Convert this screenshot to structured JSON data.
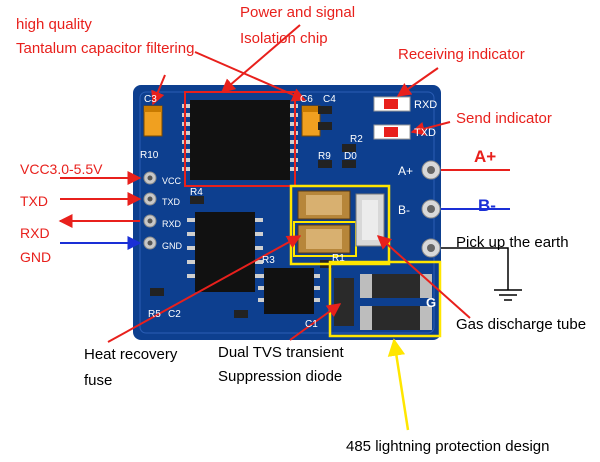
{
  "annotations": {
    "tantalum_line1": "high quality",
    "tantalum_line2": "Tantalum capacitor filtering",
    "isolation_line1": "Power and signal",
    "isolation_line2": "Isolation chip",
    "receiving": "Receiving indicator",
    "send": "Send indicator",
    "earth": "Pick up the earth",
    "gas_tube": "Gas discharge tube",
    "fuse_line1": "Heat recovery",
    "fuse_line2": "fuse",
    "tvs_line1": "Dual TVS transient",
    "tvs_line2": "Suppression diode",
    "lightning": "485 lightning protection design"
  },
  "pins_left": [
    "VCC3.0-5.5V",
    "TXD",
    "RXD",
    "GND"
  ],
  "pins_right": [
    "A+",
    "B-"
  ],
  "board_silkscreen": {
    "c3": "C3",
    "c4": "C4",
    "c6": "C6",
    "r10": "R10",
    "r2": "R2",
    "r9": "R9",
    "d0": "D0",
    "r1": "R1",
    "r4": "R4",
    "r3": "R3",
    "r5": "R5",
    "c2": "C2",
    "c1": "C1",
    "rxd": "RXD",
    "txd": "TXD",
    "aplus": "A+",
    "bminus": "B-",
    "g": "G",
    "vcc": "VCC",
    "txd_v": "TXD",
    "rxd_v": "RXD",
    "gnd_v": "GND"
  },
  "colors": {
    "board": "#0d3f8f",
    "annotation_red": "#e8201c",
    "annotation_yellow": "#ffe600",
    "annotation_blue": "#1a2fd6"
  }
}
